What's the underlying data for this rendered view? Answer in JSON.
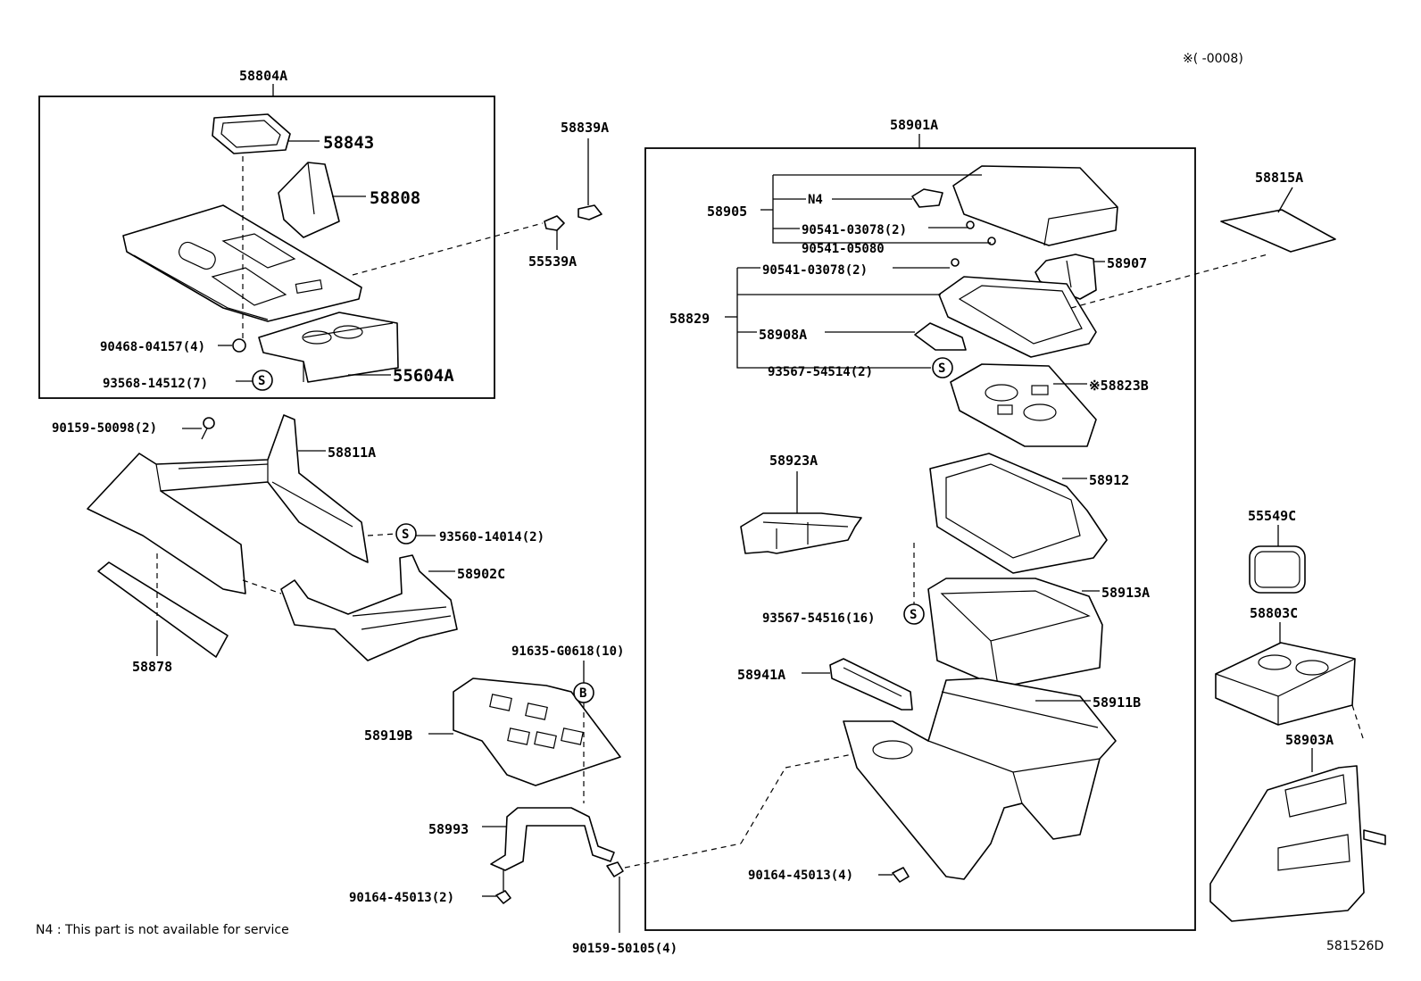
{
  "diagram": {
    "corner_note": "※(      -0008)",
    "footnote": "N4 : This part is not available for service",
    "figure_id": "581526D",
    "labels": {
      "l58804A": "58804A",
      "l58843": "58843",
      "l58808": "58808",
      "l90468": "90468-04157(4)",
      "l93568": "93568-14512(7)",
      "l55604A": "55604A",
      "l58839A": "58839A",
      "l55539A": "55539A",
      "l90159a": "90159-50098(2)",
      "l58811A": "58811A",
      "l93560": "93560-14014(2)",
      "l58902C": "58902C",
      "l58878": "58878",
      "l91635": "91635-G0618(10)",
      "l58919B": "58919B",
      "l58993": "58993",
      "l90164a": "90164-45013(2)",
      "l90159b": "90159-50105(4)",
      "l58901A": "58901A",
      "l58905": "58905",
      "lN4": "N4",
      "l90541a": "90541-03078(2)",
      "l90541b": "90541-05080",
      "l58907": "58907",
      "l90541c": "90541-03078(2)",
      "l58829": "58829",
      "l58908A": "58908A",
      "l93567a": "93567-54514(2)",
      "l58823B": "※58823B",
      "l58923A": "58923A",
      "l58912": "58912",
      "l93567b": "93567-54516(16)",
      "l58913A": "58913A",
      "l58941A": "58941A",
      "l58911B": "58911B",
      "l90164b": "90164-45013(4)",
      "l58815A": "58815A",
      "l55549C": "55549C",
      "l58803C": "58803C",
      "l58903A": "58903A"
    },
    "symbols": {
      "s_symbol": "S",
      "b_symbol": "B"
    }
  }
}
